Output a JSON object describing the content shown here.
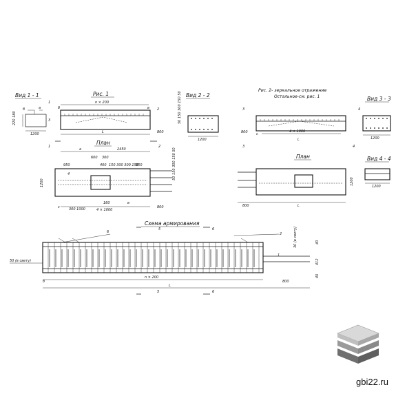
{
  "views": {
    "vid_1_1": "Вид 1 - 1",
    "ris_1": "Рис. 1",
    "vid_2_2": "Вид 2 - 2",
    "ris_2": "Рис. 2- зеркальное отражение",
    "ris_2_note": "Остальное-см. рис. 1",
    "vid_3_3": "Вид 3 - 3",
    "plan_1": "План",
    "plan_2": "План",
    "vid_4_4": "Вид 4 - 4",
    "schema": "Схема армирования"
  },
  "dims": {
    "d_220_180": "220 180",
    "d_1200": "1200",
    "d_1200_b": "1200",
    "d_1200_c": "1200",
    "d_n200": "n × 200",
    "d_n200_b": "n × 200",
    "d_800": "800",
    "d_800_b": "800",
    "d_800_c": "800",
    "d_800_d": "800",
    "d_800_e": "800",
    "d_L": "L",
    "d_L_b": "L",
    "d_L_c": "L",
    "d_a": "a",
    "d_2450": "2450",
    "d_950": "950",
    "d_950_b": "950",
    "d_600": "600",
    "d_300": "300",
    "d_400": "400",
    "d_150_300": "150 300 300 150",
    "d_4x1000": "4 × 1000",
    "d_4x1000_b": "4 × 1000",
    "d_160": "160",
    "d_300_1000": "300 1000",
    "d_1000": "1000",
    "d_50_svet": "50 (в свету)",
    "d_30_svet": "30 (в свету)",
    "d_40": "40",
    "d_412": "412",
    "d_40_b": "40",
    "d_side_vals": "50 150 300 150 50"
  },
  "marks": {
    "m1": "1",
    "m2": "2",
    "m3": "3",
    "m4": "4",
    "m1b": "1",
    "m2b": "2",
    "m3b": "3",
    "m4b": "4",
    "m3c": "3",
    "m4c": "4",
    "m5": "5",
    "m6": "6",
    "m5b": "5",
    "m6b": "6",
    "ma": "а",
    "mb": "б",
    "mb2": "б",
    "mv": "в",
    "mc": "с",
    "mc2": "с",
    "mv2": "в",
    "mk": "4",
    "m6c": "6",
    "m2c": "2",
    "m1c": "1"
  },
  "watermark": "gbi22.ru",
  "logo_colors": {
    "top": "#d9d9d9",
    "mid": "#9a9a9a",
    "bot": "#6f6f6f"
  }
}
